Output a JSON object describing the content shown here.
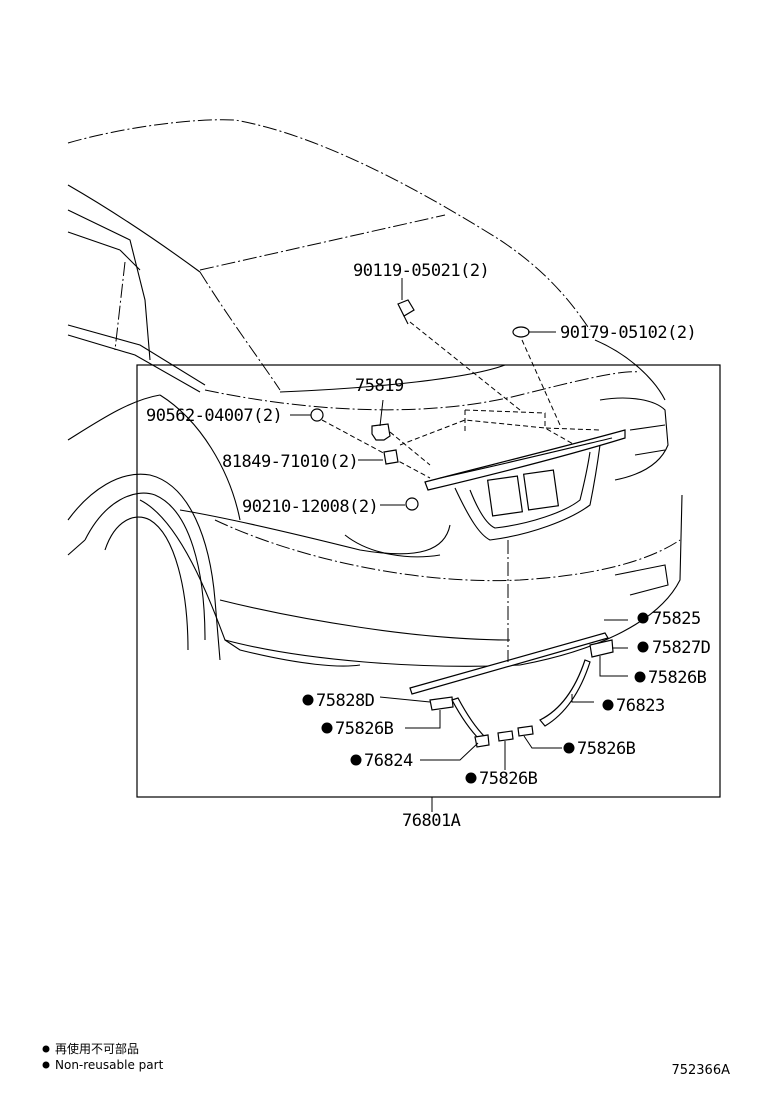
{
  "callouts": [
    {
      "id": "p90119",
      "text": "90119-05021(2)",
      "dot": false
    },
    {
      "id": "p90179",
      "text": "90179-05102(2)",
      "dot": false
    },
    {
      "id": "p75819",
      "text": "75819",
      "dot": false
    },
    {
      "id": "p90562",
      "text": "90562-04007(2)",
      "dot": false
    },
    {
      "id": "p81849",
      "text": "81849-71010(2)",
      "dot": false
    },
    {
      "id": "p90210",
      "text": "90210-12008(2)",
      "dot": false
    },
    {
      "id": "p75825",
      "text": "75825",
      "dot": true
    },
    {
      "id": "p75827D",
      "text": "75827D",
      "dot": true
    },
    {
      "id": "p75826B_a",
      "text": "75826B",
      "dot": true
    },
    {
      "id": "p75828D",
      "text": "75828D",
      "dot": true
    },
    {
      "id": "p76823",
      "text": "76823",
      "dot": true
    },
    {
      "id": "p75826B_b",
      "text": "75826B",
      "dot": true
    },
    {
      "id": "p76824",
      "text": "76824",
      "dot": true
    },
    {
      "id": "p75826B_c",
      "text": "75826B",
      "dot": true
    },
    {
      "id": "p75826B_d",
      "text": "75826B",
      "dot": true
    },
    {
      "id": "p76801A",
      "text": "76801A",
      "dot": false
    }
  ],
  "legend": {
    "line_jp": "再使用不可部品",
    "line_en": "Non-reusable part"
  },
  "diagram_code": "752366A",
  "colors": {
    "ink": "#000000",
    "paper": "#ffffff"
  }
}
